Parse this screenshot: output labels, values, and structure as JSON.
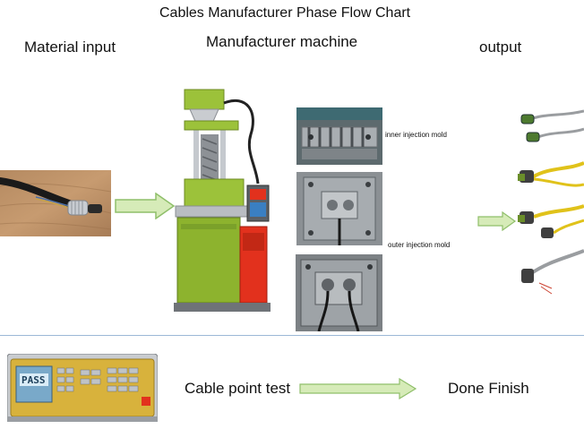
{
  "title": "Cables Manufacturer Phase Flow Chart",
  "columns": {
    "input": "Material input",
    "machine": "Manufacturer machine",
    "output": "output"
  },
  "molds": {
    "inner": "inner injection mold",
    "outer": "outer injection mold"
  },
  "bottom": {
    "test": "Cable point test",
    "done": "Done Finish",
    "tester_screen": "PASS"
  },
  "colors": {
    "arrow_fill": "#d6ebb8",
    "arrow_stroke": "#8fbf6a",
    "machine_green": "#8db32e",
    "machine_red": "#e2311d",
    "divider": "#9cb8d6",
    "tester_gold": "#d8b23c"
  }
}
